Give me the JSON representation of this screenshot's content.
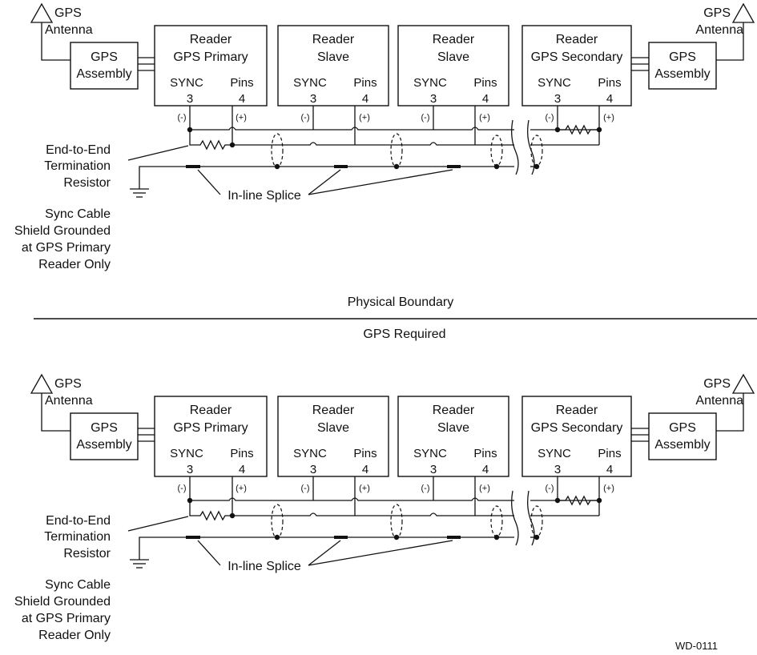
{
  "labels": {
    "gps": "GPS",
    "antenna": "Antenna",
    "assembly": "Assembly",
    "reader": "Reader",
    "gps_primary": "GPS Primary",
    "slave": "Slave",
    "gps_secondary": "GPS Secondary",
    "sync": "SYNC",
    "pins": "Pins",
    "pin3": "3",
    "pin4": "4",
    "minus": "(-)",
    "plus": "(+)",
    "end_to_end": "End-to-End",
    "termination": "Termination",
    "resistor": "Resistor",
    "inline_splice": "In-line Splice",
    "sync_cable": "Sync Cable",
    "shield_grounded": "Shield Grounded",
    "at_gps_primary": "at GPS Primary",
    "reader_only": "Reader Only"
  },
  "physical_boundary": "Physical Boundary",
  "gps_required": "GPS Required",
  "drawing_id": "WD-0111"
}
